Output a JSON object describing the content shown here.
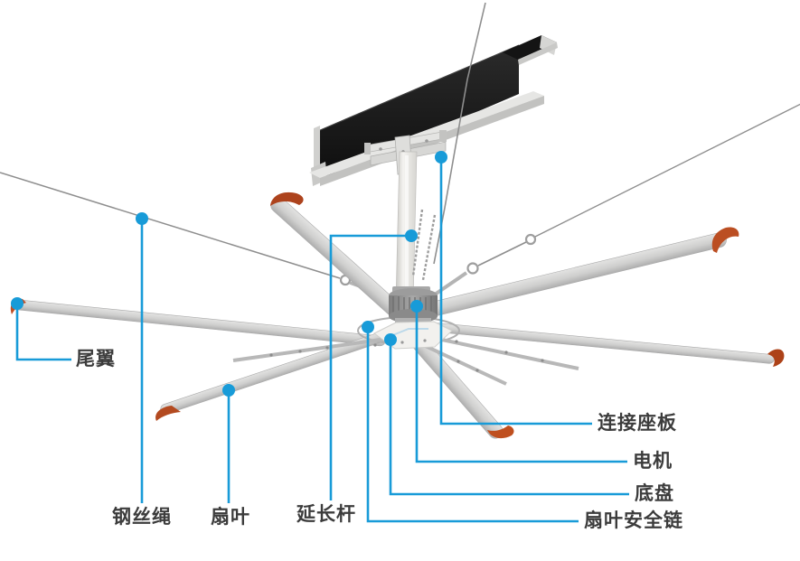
{
  "diagram": {
    "type": "labeled-part-diagram",
    "subject": "HVLS industrial ceiling fan mounted on I-beam",
    "colors": {
      "leader_accent": "#189bd8",
      "label_text": "#3c3c3c",
      "winglet_accent": "#b5481f",
      "beam": "#191919"
    },
    "labels": {
      "tail_wing": "尾翼",
      "steel_wire_rope": "钢丝绳",
      "fan_blade": "扇叶",
      "extension_rod": "延长杆",
      "connection_plate": "连接座板",
      "motor": "电机",
      "chassis": "底盘",
      "blade_safety_chain": "扇叶安全链"
    }
  }
}
